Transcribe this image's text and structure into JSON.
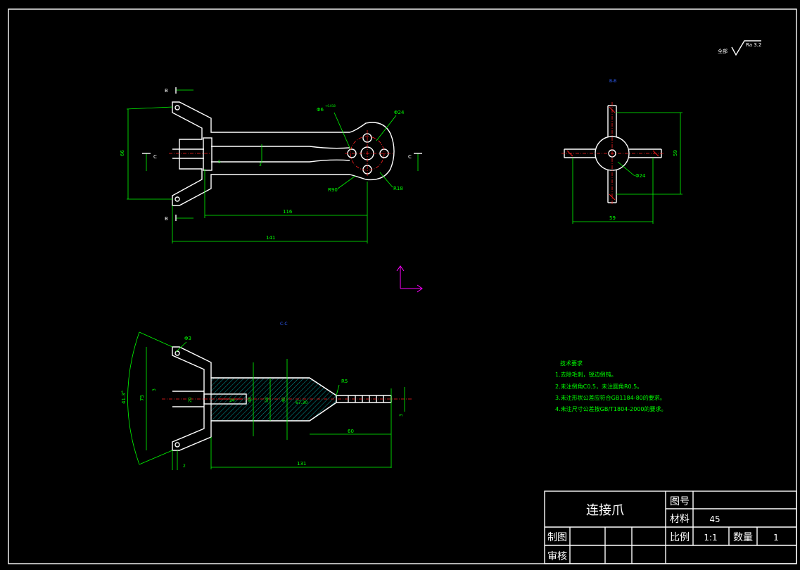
{
  "surface_finish": {
    "prefix": "全部",
    "value": "Ra 3.2"
  },
  "sections": {
    "bb": "B-B",
    "cc": "C-C",
    "b_mark": "B",
    "c_mark": "C"
  },
  "dims": {
    "front": {
      "d66": "66",
      "d5": "5",
      "d3": "3",
      "d116": "116",
      "d141": "141",
      "phi6": "Φ6",
      "phi24": "Φ24",
      "r90": "R90",
      "r18": "R18",
      "tol": "+0.018"
    },
    "side": {
      "d59h": "59",
      "d59v": "59",
      "phi24": "Φ24"
    },
    "section": {
      "phi3": "Φ3",
      "ang": "41.3°",
      "d75": "75",
      "d3": "3",
      "d20": "20",
      "d24": "24",
      "d48": "48",
      "d58": "58",
      "d40": "40",
      "d67": "67.30",
      "r5": "R5",
      "d60": "60",
      "d131": "131",
      "d2": "2"
    }
  },
  "tech_req": {
    "title": "技术要求",
    "items": [
      "1.去除毛刺，锐边倒钝。",
      "2.未注倒角C0.5，未注圆角R0.5。",
      "3.未注形状公差应符合GB1184-80的要求。",
      "4.未注尺寸公差按GB/T1804-2000的要求。"
    ]
  },
  "title_block": {
    "part_name": "连接爪",
    "drawing_no_label": "图号",
    "material_label": "材料",
    "material_value": "45",
    "scale_label": "比例",
    "scale_value": "1:1",
    "qty_label": "数量",
    "qty_value": "1",
    "draw_label": "制图",
    "check_label": "审核"
  }
}
